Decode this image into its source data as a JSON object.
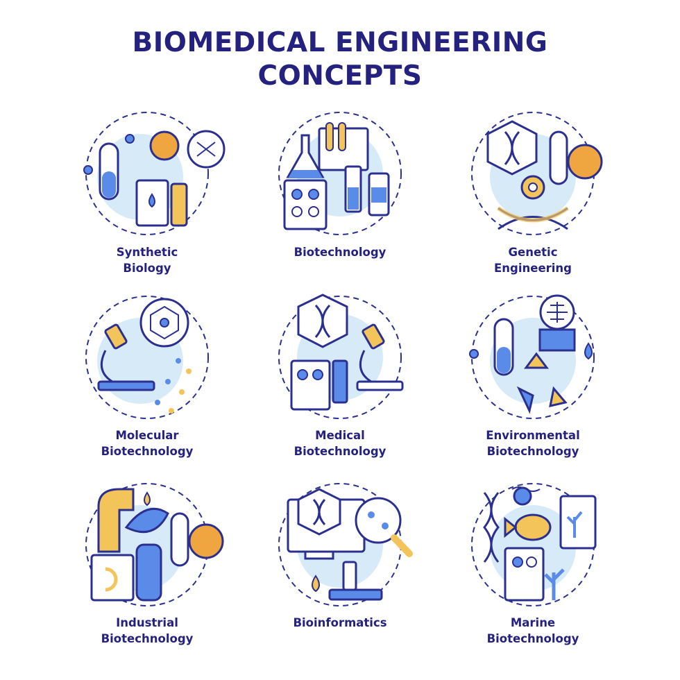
{
  "title": {
    "line1": "BIOMEDICAL ENGINEERING",
    "line2": "CONCEPTS"
  },
  "colors": {
    "primary": "#25217f",
    "line": "#2b2f8f",
    "blue_fill": "#5b8be8",
    "light_blue": "#d6ebf7",
    "yellow": "#f3c45a",
    "orange": "#f0a640"
  },
  "concepts": [
    {
      "icon": "synthetic-biology-icon",
      "line1": "Synthetic",
      "line2": "Biology"
    },
    {
      "icon": "biotechnology-icon",
      "line1": "Biotechnology",
      "line2": ""
    },
    {
      "icon": "genetic-engineering-icon",
      "line1": "Genetic",
      "line2": "Engineering"
    },
    {
      "icon": "molecular-biotechnology-icon",
      "line1": "Molecular",
      "line2": "Biotechnology"
    },
    {
      "icon": "medical-biotechnology-icon",
      "line1": "Medical",
      "line2": "Biotechnology"
    },
    {
      "icon": "environmental-biotechnology-icon",
      "line1": "Environmental",
      "line2": "Biotechnology"
    },
    {
      "icon": "industrial-biotechnology-icon",
      "line1": "Industrial",
      "line2": "Biotechnology"
    },
    {
      "icon": "bioinformatics-icon",
      "line1": "Bioinformatics",
      "line2": ""
    },
    {
      "icon": "marine-biotechnology-icon",
      "line1": "Marine",
      "line2": "Biotechnology"
    }
  ]
}
